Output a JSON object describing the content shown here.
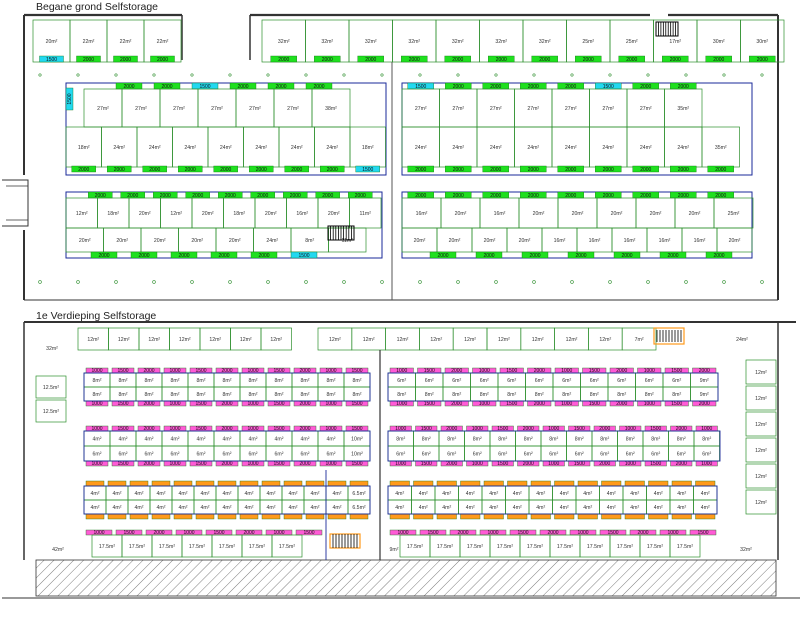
{
  "floors": [
    {
      "title": "Begane grond Selfstorage"
    },
    {
      "title": "1e Verdieping Selfstorage"
    }
  ],
  "colors": {
    "wall": "#333333",
    "partition": "#2d8f2d",
    "door_green": "#1fe01f",
    "door_cyan": "#22d8f0",
    "door_pink": "#ff5ad6",
    "door_orange": "#ff9a1a",
    "corridor_blue": "#1a2a99",
    "stair": "#000000"
  },
  "ground": {
    "top_left_units": [
      "20m²",
      "22m²",
      "22m²",
      "22m²"
    ],
    "top_left_doors": [
      "1500",
      "2000",
      "2000",
      "2000"
    ],
    "top_right_units": [
      "32m²",
      "32m²",
      "32m²",
      "32m²",
      "32m²",
      "32m²",
      "32m²",
      "25m²",
      "25m²",
      "17m²",
      "30m²",
      "30m²"
    ],
    "top_right_doors": [
      "2000",
      "2000",
      "2000",
      "2000",
      "2000",
      "2000",
      "2000",
      "2000",
      "2000",
      "2000",
      "2000",
      "2000"
    ],
    "blockA_left_row1": [
      "27m²",
      "27m²",
      "27m²",
      "27m²",
      "27m²",
      "27m²",
      "38m²"
    ],
    "blockA_left_row2": [
      "18m²",
      "24m²",
      "24m²",
      "24m²",
      "24m²",
      "24m²",
      "24m²",
      "24m²",
      "18m²"
    ],
    "blockA_left_doors_top": [
      "2000",
      "2000",
      "1500",
      "2000",
      "2000",
      "2000"
    ],
    "blockA_left_doors_bottom": [
      "2000",
      "2000",
      "2000",
      "2000",
      "2000",
      "2000",
      "2000",
      "2000",
      "1500"
    ],
    "blockA_right_row1": [
      "27m²",
      "27m²",
      "27m²",
      "27m²",
      "27m²",
      "27m²",
      "27m²",
      "35m²"
    ],
    "blockA_right_row2": [
      "24m²",
      "24m²",
      "24m²",
      "24m²",
      "24m²",
      "24m²",
      "24m²",
      "24m²",
      "35m²"
    ],
    "blockA_right_doors_top": [
      "1500",
      "2000",
      "2000",
      "2000",
      "2000",
      "1500",
      "2000",
      "2000"
    ],
    "blockA_right_doors_bottom": [
      "2000",
      "2000",
      "2000",
      "2000",
      "2000",
      "2000",
      "2000",
      "2000",
      "2000"
    ],
    "blockA_side_door": "1500",
    "blockB_left_row1": [
      "12m²",
      "18m²",
      "20m²",
      "12m²",
      "20m²",
      "18m²",
      "20m²",
      "16m²",
      "20m²",
      "11m²"
    ],
    "blockB_left_row2": [
      "20m²",
      "20m²",
      "20m²",
      "20m²",
      "20m²",
      "24m²",
      "8m²",
      "11m²"
    ],
    "blockB_left_doors_top": [
      "2000",
      "2000",
      "2000",
      "2000",
      "2000",
      "2000",
      "2000",
      "2000",
      "2000"
    ],
    "blockB_left_doors_bottom": [
      "2000",
      "2000",
      "2000",
      "2000",
      "2000",
      "1500"
    ],
    "blockB_right_row1": [
      "16m²",
      "20m²",
      "16m²",
      "20m²",
      "20m²",
      "20m²",
      "20m²",
      "20m²",
      "25m²"
    ],
    "blockB_right_row2": [
      "20m²",
      "20m²",
      "20m²",
      "20m²",
      "16m²",
      "16m²",
      "16m²",
      "16m²",
      "16m²",
      "20m²"
    ],
    "blockB_right_doors_top": [
      "2000",
      "2000",
      "2000",
      "2000",
      "2000",
      "2000",
      "2000",
      "2000",
      "2000"
    ],
    "blockB_right_doors_bottom": [
      "2000",
      "2000",
      "2000",
      "2000",
      "2000",
      "2000",
      "2000"
    ]
  },
  "first": {
    "top_left_units": [
      "32m²",
      "12m²",
      "12m²",
      "12m²",
      "12m²",
      "12m²",
      "12m²",
      "12m²"
    ],
    "top_right_units": [
      "12m²",
      "12m²",
      "12m²",
      "12m²",
      "12m²",
      "12m²",
      "12m²",
      "12m²",
      "12m²",
      "7m²",
      "24m²"
    ],
    "left_side_units": [
      "12.5m²",
      "12.5m²"
    ],
    "right_side_units": [
      "12m²",
      "12m²",
      "12m²",
      "12m²",
      "12m²",
      "12m²"
    ],
    "blockA_left_row1": [
      "8m²",
      "8m²",
      "8m²",
      "8m²",
      "8m²",
      "8m²",
      "8m²",
      "8m²",
      "8m²",
      "8m²",
      "8m²"
    ],
    "blockA_left_row2": [
      "8m²",
      "8m²",
      "8m²",
      "8m²",
      "8m²",
      "8m²",
      "8m²",
      "8m²",
      "8m²",
      "8m²",
      "8m²"
    ],
    "blockA_right_row1": [
      "6m²",
      "6m²",
      "6m²",
      "6m²",
      "6m²",
      "6m²",
      "6m²",
      "6m²",
      "6m²",
      "6m²",
      "6m²",
      "9m²"
    ],
    "blockA_right_row2": [
      "8m²",
      "8m²",
      "8m²",
      "8m²",
      "8m²",
      "8m²",
      "8m²",
      "8m²",
      "8m²",
      "8m²",
      "8m²",
      "9m²"
    ],
    "blockB_left_row1": [
      "4m²",
      "4m²",
      "4m²",
      "4m²",
      "4m²",
      "4m²",
      "4m²",
      "4m²",
      "4m²",
      "4m²",
      "10m²"
    ],
    "blockB_left_row2": [
      "6m²",
      "6m²",
      "6m²",
      "6m²",
      "6m²",
      "6m²",
      "6m²",
      "6m²",
      "6m²",
      "6m²",
      "10m²"
    ],
    "blockB_right_row1": [
      "8m²",
      "8m²",
      "8m²",
      "8m²",
      "8m²",
      "8m²",
      "8m²",
      "8m²",
      "8m²",
      "8m²",
      "8m²",
      "8m²",
      "8m²"
    ],
    "blockB_right_row2": [
      "6m²",
      "6m²",
      "6m²",
      "6m²",
      "6m²",
      "6m²",
      "6m²",
      "6m²",
      "6m²",
      "6m²",
      "6m²",
      "6m²",
      "6m²"
    ],
    "blockC_left_row1": [
      "4m²",
      "4m²",
      "4m²",
      "4m²",
      "4m²",
      "4m²",
      "4m²",
      "4m²",
      "4m²",
      "4m²",
      "4m²",
      "4m²",
      "6.5m²"
    ],
    "blockC_left_row2": [
      "4m²",
      "4m²",
      "4m²",
      "4m²",
      "4m²",
      "4m²",
      "4m²",
      "4m²",
      "4m²",
      "4m²",
      "4m²",
      "4m²",
      "6.5m²"
    ],
    "blockC_right_row1": [
      "4m²",
      "4m²",
      "4m²",
      "4m²",
      "4m²",
      "4m²",
      "4m²",
      "4m²",
      "4m²",
      "4m²",
      "4m²",
      "4m²",
      "4m²",
      "4m²"
    ],
    "blockC_right_row2": [
      "4m²",
      "4m²",
      "4m²",
      "4m²",
      "4m²",
      "4m²",
      "4m²",
      "4m²",
      "4m²",
      "4m²",
      "4m²",
      "4m²",
      "4m²",
      "4m²"
    ],
    "bottom_left_units": [
      "42m²",
      "17.5m²",
      "17.5m²",
      "17.5m²",
      "17.5m²",
      "17.5m²",
      "17.5m²",
      "17.5m²"
    ],
    "bottom_right_units": [
      "9m²",
      "17.5m²",
      "17.5m²",
      "17.5m²",
      "17.5m²",
      "17.5m²",
      "17.5m²",
      "17.5m²",
      "17.5m²",
      "17.5m²",
      "17.5m²",
      "32m²"
    ],
    "door_labels": [
      "1000",
      "1500",
      "2000"
    ]
  }
}
